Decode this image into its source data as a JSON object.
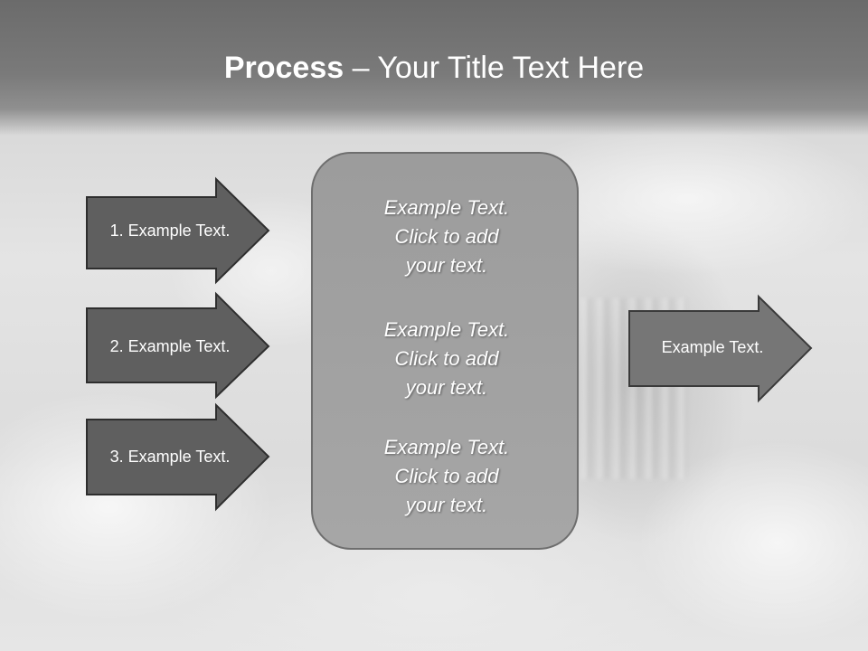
{
  "slide": {
    "title_bold": "Process",
    "title_rest": " – Your Title Text Here"
  },
  "left_arrows": [
    {
      "label": "1. Example Text."
    },
    {
      "label": "2. Example Text."
    },
    {
      "label": "3. Example Text."
    }
  ],
  "center_panel": {
    "blocks": [
      {
        "lines": [
          "Example Text.",
          "Click  to add",
          "your text."
        ]
      },
      {
        "lines": [
          "Example Text.",
          "Click  to add",
          "your text."
        ]
      },
      {
        "lines": [
          "Example Text.",
          "Click  to add",
          "your text."
        ]
      }
    ]
  },
  "right_arrow": {
    "label": "Example Text."
  },
  "colors": {
    "arrow_fill": "#5f5f5f",
    "right_arrow_fill": "#767676",
    "panel_fill": "#a0a0a0",
    "title_band": "#6b6b6b",
    "text": "#ffffff"
  }
}
